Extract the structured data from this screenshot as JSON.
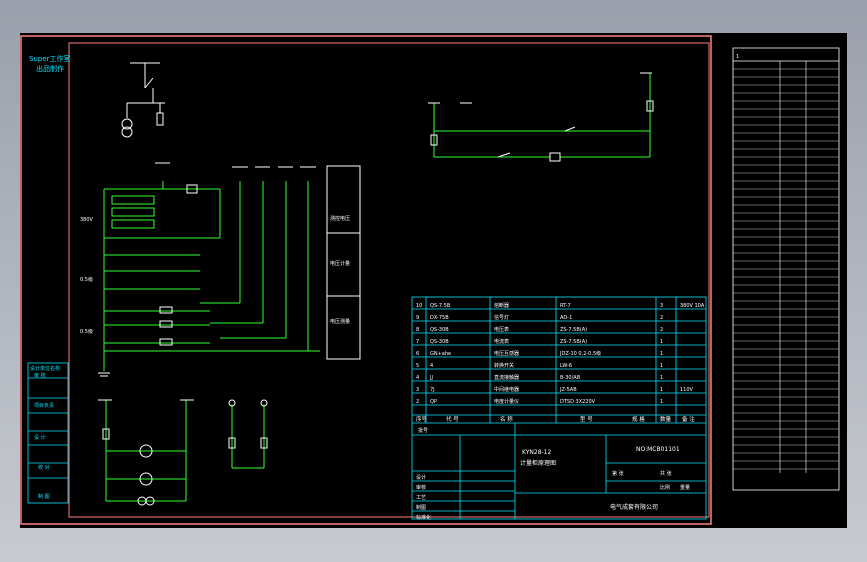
{
  "colors": {
    "background": "#000000",
    "border": "#ff8080",
    "wire": "#30ff30",
    "title_block": "#00e5ff",
    "label": "#ff3333",
    "text": "#ffffff"
  },
  "company_stamp": [
    "Super工作室",
    "出品制作"
  ],
  "left_sidebar": [
    "设计单位名称",
    "审 核",
    "项目负责",
    "设 计",
    "校 对",
    "制 图"
  ],
  "main_panel": {
    "voltage_labels": [
      "380V",
      "0.5级",
      "0.5级"
    ],
    "boxes": [
      "测控电压",
      "电压计量",
      "电压测量"
    ]
  },
  "right_panel": {
    "header": "1",
    "bottom_lines": 3
  },
  "title_block": {
    "drawing_name_line1": "KYN28-12",
    "drawing_name_line2": "计量柜原理图",
    "drawing_no": "NO:MCB01101",
    "company": "电气成套有限公司",
    "sheet_label": "第 张",
    "total_label": "共 张",
    "table_headers": [
      "序号",
      "代 号",
      "名 称",
      "型 号",
      "规 格",
      "数量",
      "备 注"
    ],
    "rows": [
      {
        "no": "10",
        "code": "QS-7.5B",
        "name": "熔断器",
        "model": "RT-7",
        "qty": "3",
        "remark": "380V 10A"
      },
      {
        "no": "9",
        "code": "DX-75B",
        "name": "信号灯",
        "model": "AD-1",
        "qty": "2",
        "remark": ""
      },
      {
        "no": "8",
        "code": "QS-30B",
        "name": "电压表",
        "model": "ZS-7.5B(A)",
        "qty": "2",
        "remark": ""
      },
      {
        "no": "7",
        "code": "QS-30B",
        "name": "电流表",
        "model": "ZS-7.5B(A)",
        "qty": "1",
        "remark": ""
      },
      {
        "no": "6",
        "code": "GN+ahe",
        "name": "电压互感器",
        "model": "JDZ-10 0.2-0.5级",
        "qty": "1",
        "remark": ""
      },
      {
        "no": "5",
        "code": "4",
        "name": "转换开关",
        "model": "LW-6",
        "qty": "1",
        "remark": ""
      },
      {
        "no": "4",
        "code": "JJ",
        "name": "直流接触器",
        "model": "B-30/AB",
        "qty": "1",
        "remark": ""
      },
      {
        "no": "3",
        "code": "7J",
        "name": "中间继电器",
        "model": "JZ-5AB",
        "qty": "1",
        "remark": "110V"
      },
      {
        "no": "2",
        "code": "QP",
        "name": "电度计量仪",
        "model": "DTSD 3X220V",
        "qty": "1",
        "remark": ""
      }
    ],
    "sign_rows": [
      "设计",
      "审核",
      "工艺",
      "制图",
      "标准化"
    ],
    "project_label": "批号",
    "scale_label": "比例",
    "weight_label": "重量"
  }
}
